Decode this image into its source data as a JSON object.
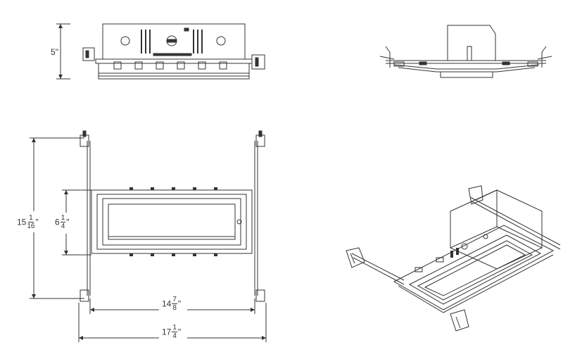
{
  "dimensions": {
    "height": {
      "whole": "5",
      "unit": "\""
    },
    "overall_length": {
      "whole": "15",
      "num": "1",
      "den": "16",
      "unit": "\""
    },
    "aperture_width": {
      "whole": "6",
      "num": "1",
      "den": "4",
      "unit": "\""
    },
    "housing_width": {
      "whole": "14",
      "num": "7",
      "den": "8",
      "unit": "\""
    },
    "overall_width": {
      "whole": "17",
      "num": "1",
      "den": "4",
      "unit": "\""
    }
  },
  "colors": {
    "line": "#333333",
    "fill": "#ffffff"
  }
}
